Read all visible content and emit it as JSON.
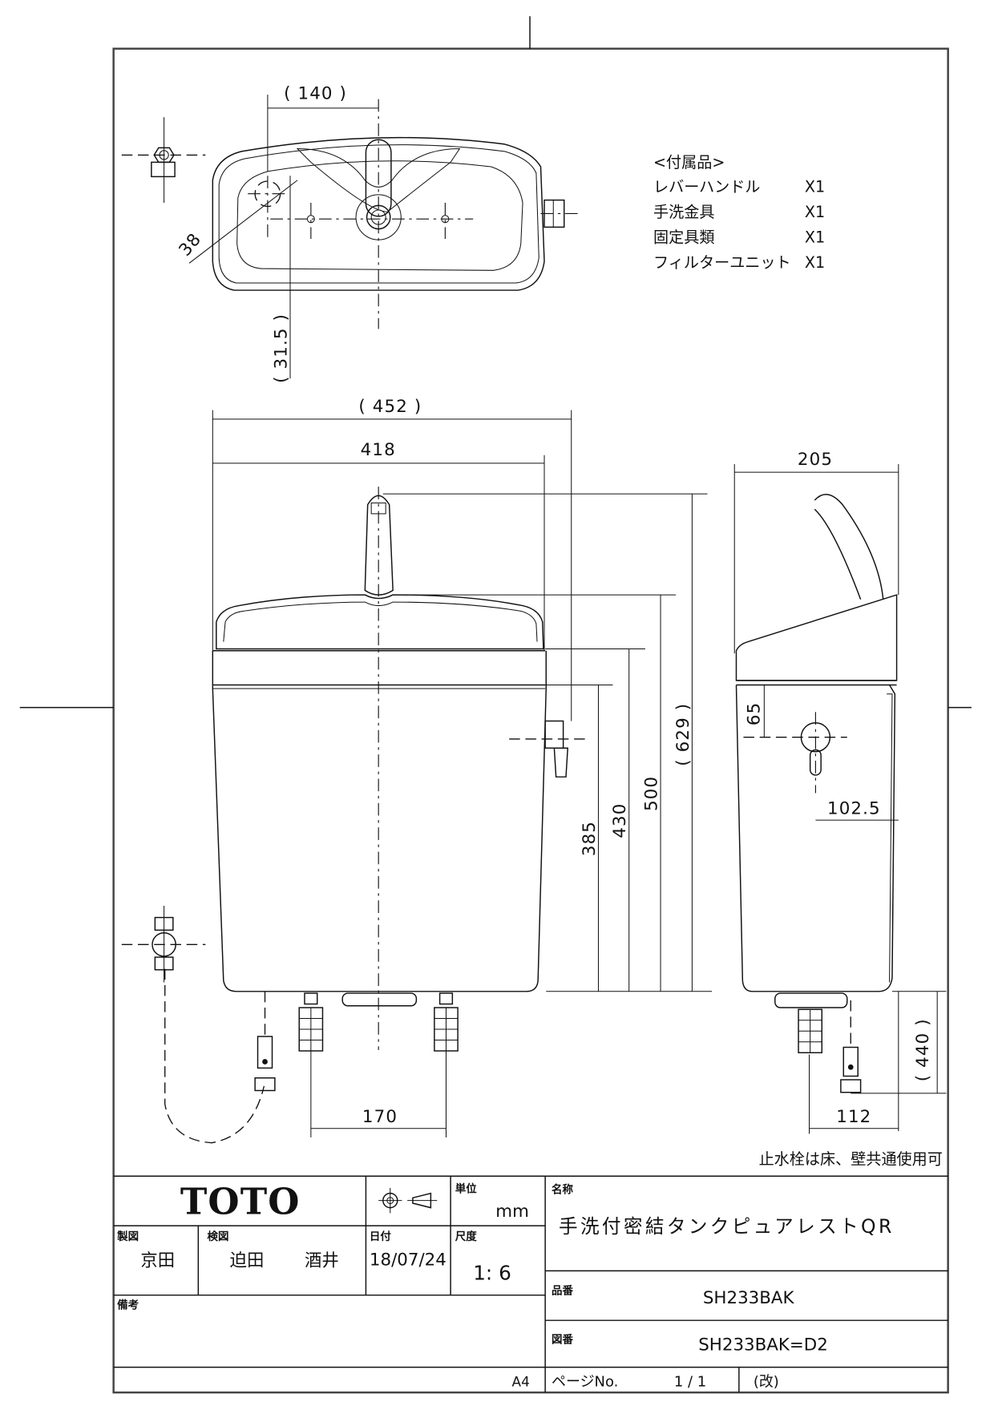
{
  "accessories": {
    "header": "<付属品>",
    "items": [
      {
        "name": "レバーハンドル",
        "qty": "X1"
      },
      {
        "name": "手洗金具",
        "qty": "X1"
      },
      {
        "name": "固定具類",
        "qty": "X1"
      },
      {
        "name": "フィルターユニット",
        "qty": "X1"
      }
    ]
  },
  "dimensions": {
    "top_view": {
      "faucet_offset": "( 140 )",
      "hole_dia": "38",
      "hole_offset": "( 31.5 )"
    },
    "front_view": {
      "overall_width": "( 452 )",
      "tank_width": "418",
      "pipe_spacing": "170",
      "h_lever": "385",
      "h_tank": "430",
      "h_lid": "500",
      "h_overall": "( 629 )"
    },
    "side_view": {
      "depth": "205",
      "lever_offset": "65",
      "lever_depth": "102.5",
      "supply_height": "( 440 )",
      "supply_offset": "112"
    }
  },
  "notes": {
    "supply_note": "止水栓は床、壁共通使用可"
  },
  "title_block": {
    "logo": "TOTO",
    "unit_label": "単位",
    "unit_value": "mm",
    "name_label": "名称",
    "name_value": "手洗付密結タンクピュアレストQR",
    "drawn_label": "製図",
    "drawn_value": "京田",
    "checked_label": "検図",
    "checked_value_1": "迫田",
    "checked_value_2": "酒井",
    "date_label": "日付",
    "date_value": "18/07/24",
    "scale_label": "尺度",
    "scale_value": "1: 6",
    "product_label": "品番",
    "product_value": "SH233BAK",
    "drawing_label": "図番",
    "drawing_value": "SH233BAK=D2",
    "remarks_label": "備考",
    "paper_size": "A4",
    "page_label": "ページNo.",
    "page_value": "1 / 1",
    "revision_label": "(改)"
  }
}
